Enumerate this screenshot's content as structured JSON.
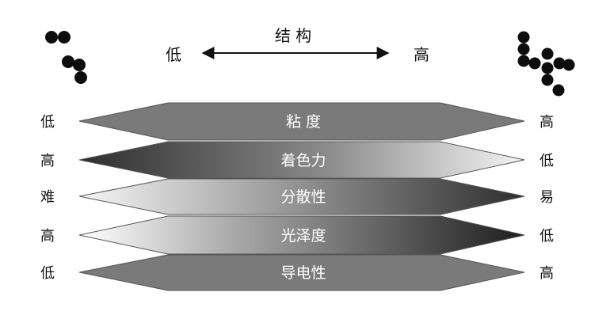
{
  "header": {
    "title": "结 构",
    "left": "低",
    "right": "高"
  },
  "rows": [
    {
      "label": "粘 度",
      "left": "低",
      "right": "高"
    },
    {
      "label": "着色力",
      "left": "高",
      "right": "低"
    },
    {
      "label": "分散性",
      "left": "难",
      "right": "易"
    },
    {
      "label": "光泽度",
      "left": "高",
      "right": "低"
    },
    {
      "label": "导电性",
      "left": "低",
      "right": "高"
    }
  ],
  "colors": {
    "ink": "#111111",
    "bar_dark": "#3a3a3a",
    "bar_mid": "#7c7c7c",
    "bar_light": "#f2f2f2",
    "dot": "#0d0d0d"
  }
}
